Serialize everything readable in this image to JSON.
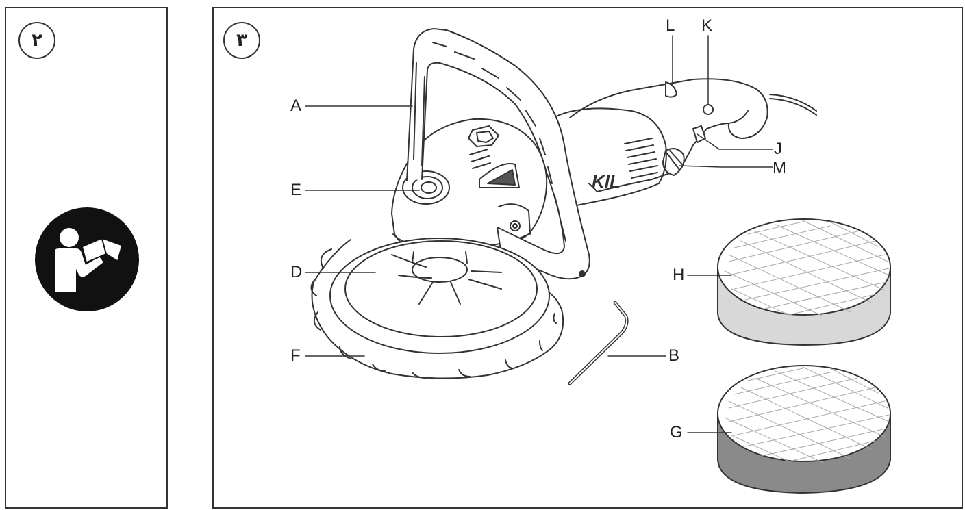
{
  "figures": {
    "left": {
      "number": "٢"
    },
    "right": {
      "number": "٣"
    }
  },
  "icons": {
    "manual": "read-manual-icon"
  },
  "labels": {
    "A": "A",
    "B": "B",
    "D": "D",
    "E": "E",
    "F": "F",
    "G": "G",
    "H": "H",
    "J": "J",
    "K": "K",
    "L": "L",
    "M": "M"
  },
  "brand_fragment": "KIL",
  "colors": {
    "line": "#333333",
    "pad_h_side": "#d8d8d8",
    "pad_g_side": "#8a8a8a",
    "icon": "#111111"
  }
}
